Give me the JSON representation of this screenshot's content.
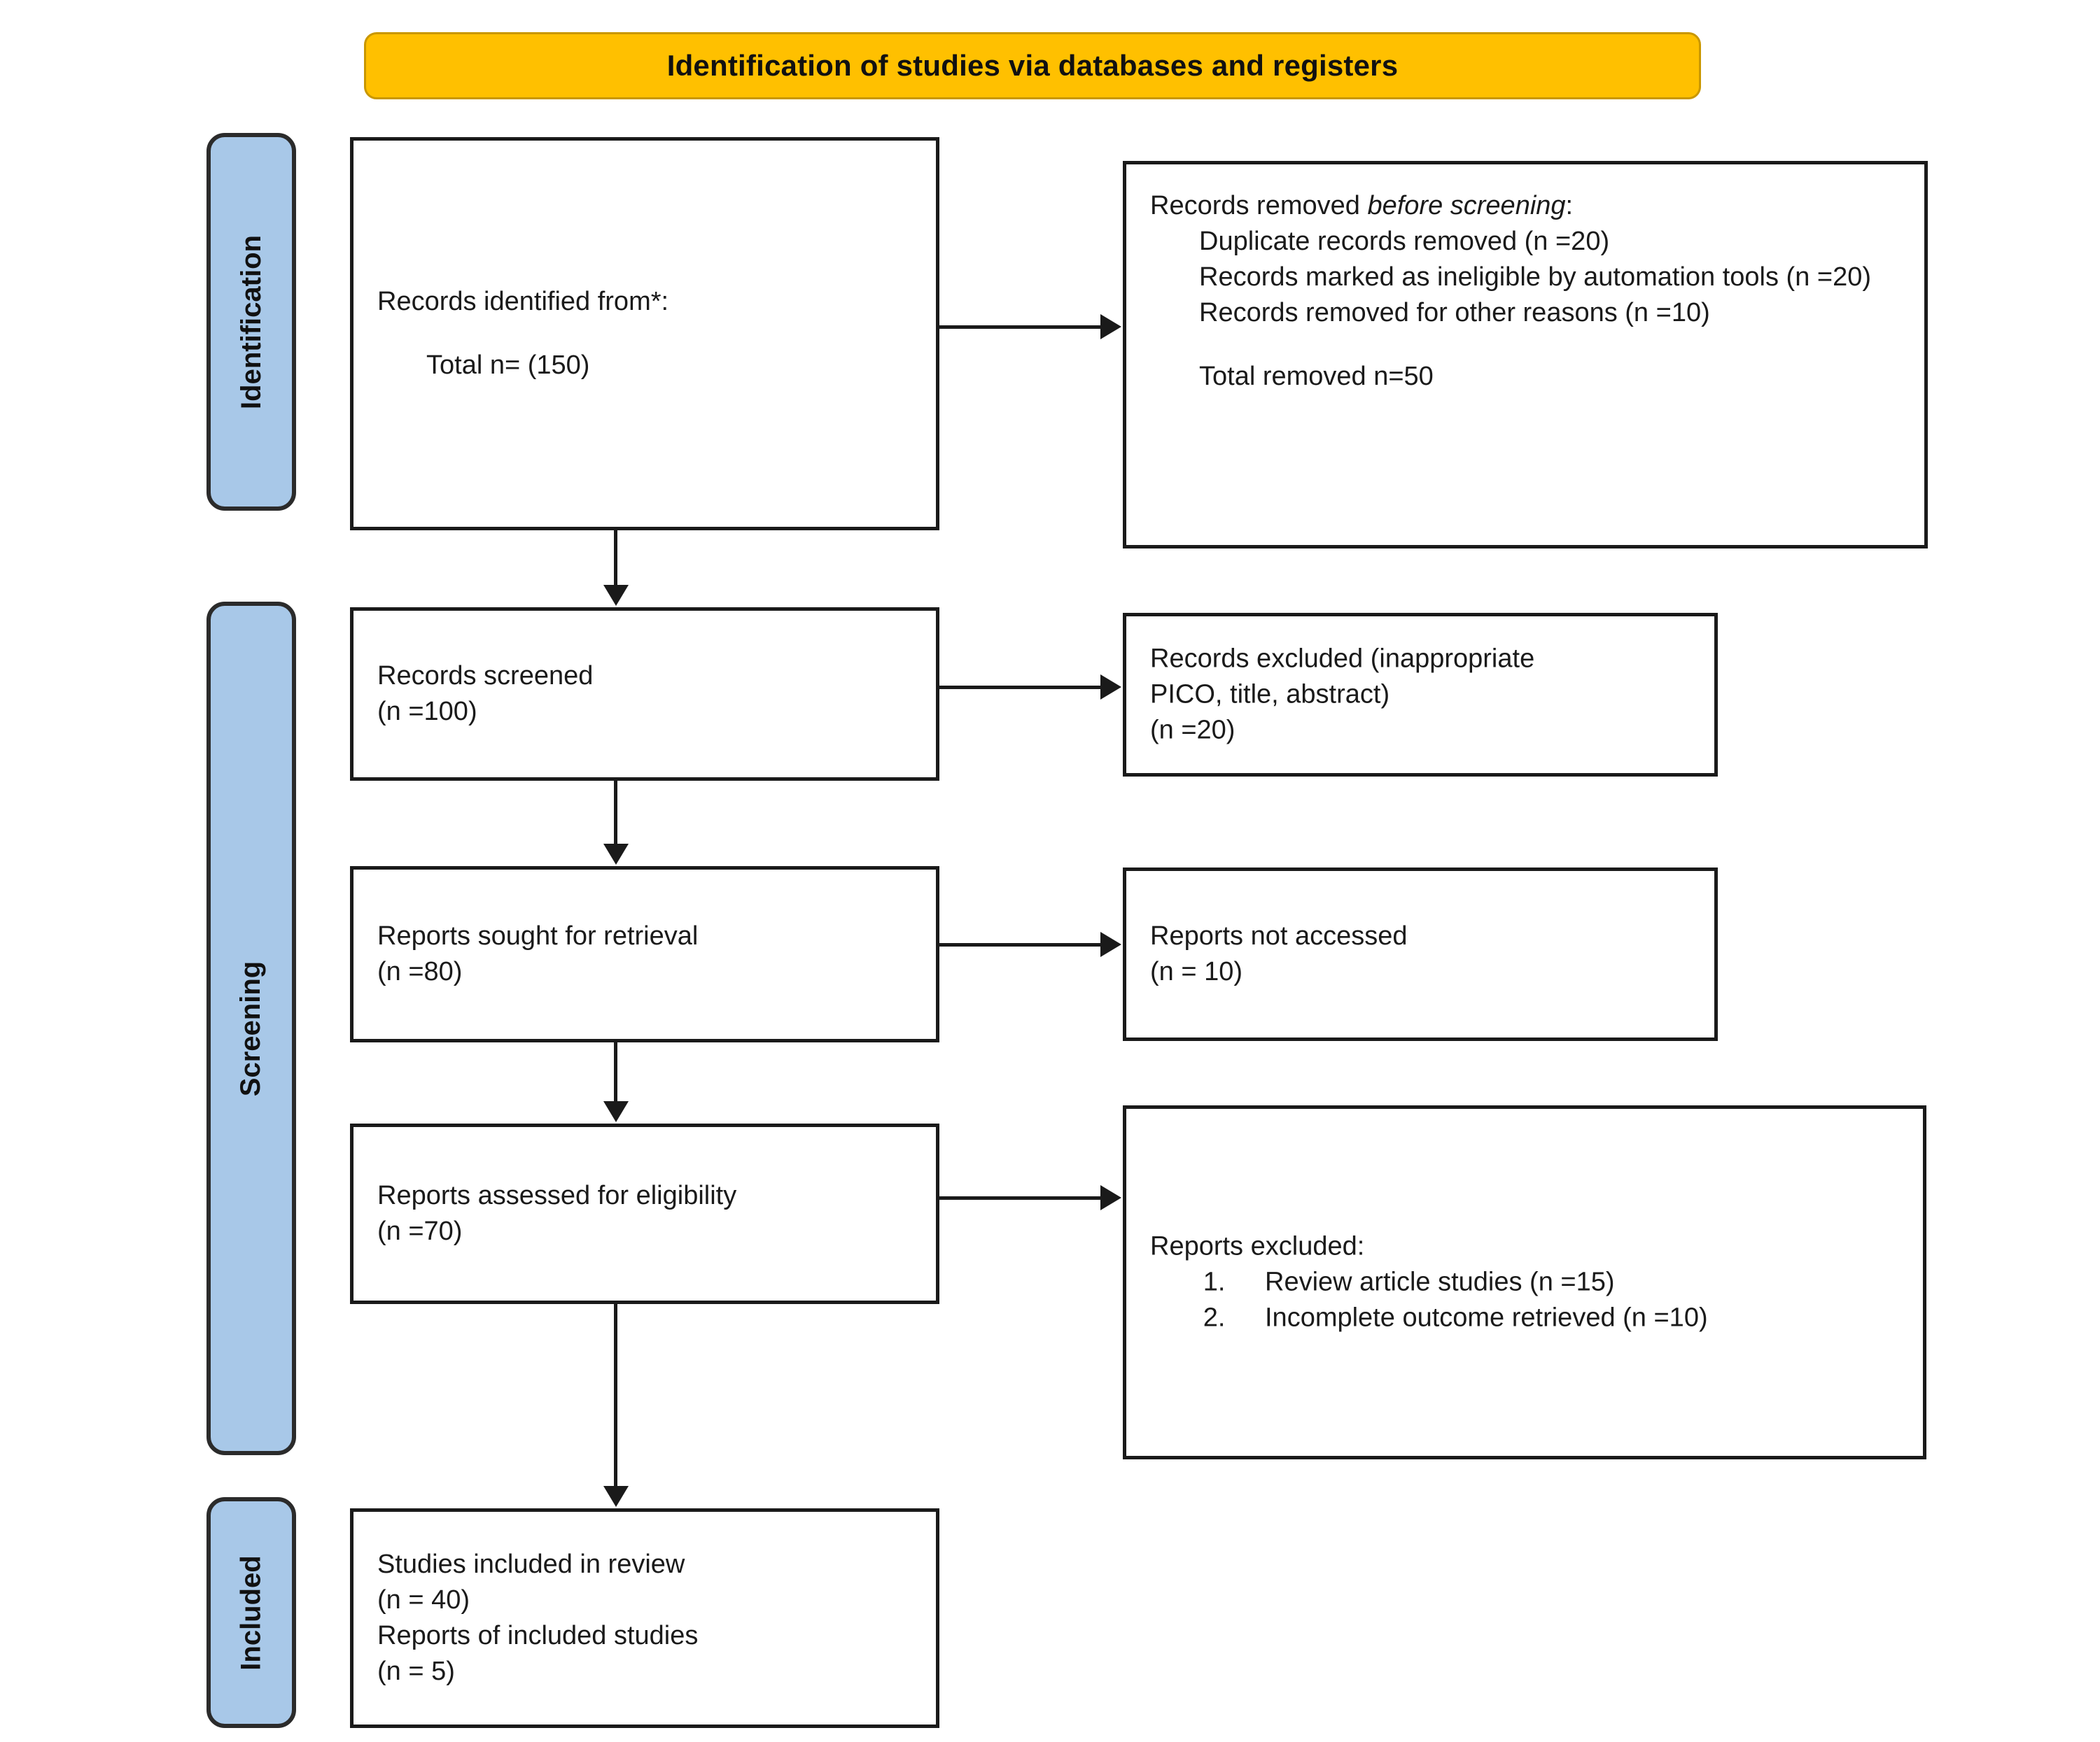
{
  "banner": {
    "title": "Identification of studies via databases and registers",
    "bg_color": "#FFC000"
  },
  "stages": {
    "bar_color": "#A8C8E8",
    "identification": "Identification",
    "screening": "Screening",
    "included": "Included"
  },
  "boxes": {
    "identified": {
      "line1": "Records identified from*:",
      "line2": "Total n= (150)"
    },
    "removed_before_screening": {
      "heading_prefix": "Records removed ",
      "heading_italic": "before screening",
      "heading_suffix": ":",
      "items": [
        "Duplicate records removed (n =20)",
        "Records marked as ineligible by automation tools (n =20)",
        "Records removed for other reasons (n =10)"
      ],
      "total": "Total removed n=50"
    },
    "records_screened": {
      "line1": "Records screened",
      "line2": "(n =100)"
    },
    "records_excluded": {
      "line1": "Records excluded (inappropriate",
      "line2": "PICO, title, abstract)",
      "line3": "(n =20)"
    },
    "reports_sought": {
      "line1": "Reports sought for retrieval",
      "line2": "(n =80)"
    },
    "reports_not_accessed": {
      "line1": "Reports not accessed",
      "line2": "(n = 10)"
    },
    "reports_assessed": {
      "line1": "Reports assessed for eligibility",
      "line2": "(n =70)"
    },
    "reports_excluded": {
      "heading": "Reports excluded:",
      "items": [
        "Review article studies (n =15)",
        "Incomplete outcome retrieved (n =10)"
      ]
    },
    "studies_included": {
      "line1": "Studies included in review",
      "line2": "(n = 40)",
      "line3": "Reports of included studies",
      "line4": "(n = 5)"
    }
  }
}
